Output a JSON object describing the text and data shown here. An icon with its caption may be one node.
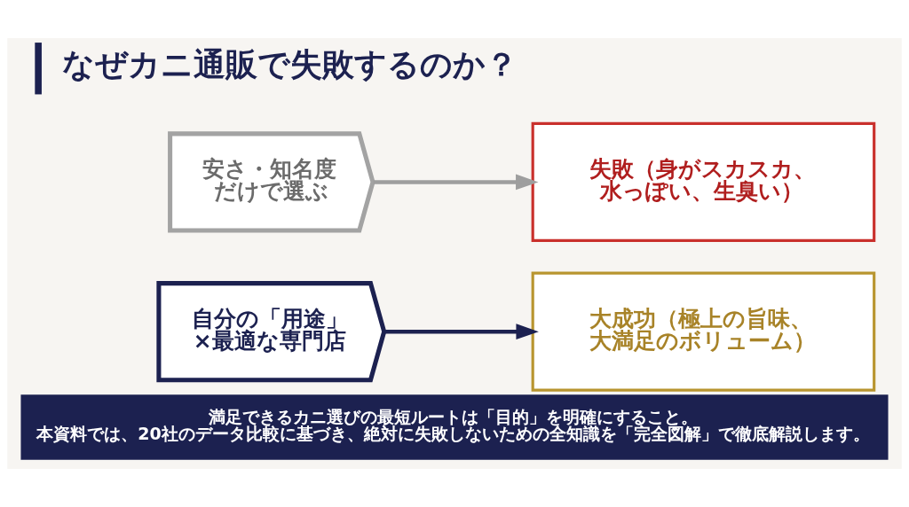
{
  "diagram": {
    "title": "なぜカニ通販で失敗するのか？",
    "caption": "満足できるカニ選びの最短ルートは「目的」を明確にすること。本資料では、20社のデータ比較に基づき、絶対に失敗しないための全知識を「完全図解」で徹底解説します。",
    "nodes": [
      {
        "text": [
          "安さ・知名度だけで選ぶ"
        ]
      },
      {
        "text": [
          "失敗（身がスカスカ、水っぽい、生臭い）"
        ]
      },
      {
        "text": [
          "自分の「用途」×最適な専門店"
        ]
      },
      {
        "text": [
          "大成功（極上の旨味、大満足のボリューム）"
        ]
      }
    ],
    "edges": [
      {
        "from": 0,
        "to": 1,
        "arrow": "to",
        "color": "#9e9e9e"
      },
      {
        "from": 2,
        "to": 3,
        "arrow": "to",
        "color": "#1c2150"
      }
    ]
  }
}
